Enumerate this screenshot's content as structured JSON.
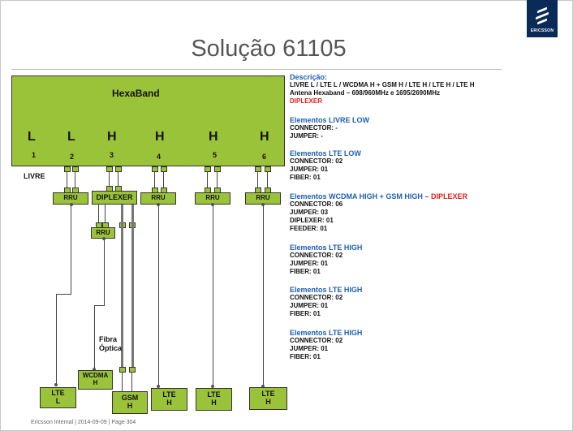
{
  "logo": {
    "text": "ERICSSON"
  },
  "title": "Solução 61105",
  "antenna": {
    "name": "HexaBand",
    "bands": [
      "L",
      "L",
      "H",
      "H",
      "H",
      "H"
    ],
    "ports": [
      "1",
      "2",
      "3",
      "4",
      "5",
      "6"
    ],
    "unused_label": "LIVRE"
  },
  "units": {
    "rru": "RRU",
    "diplexer": "DIPLEXER",
    "fiber_label_1": "Fibra",
    "fiber_label_2": "Óptica"
  },
  "terminals": [
    {
      "l1": "LTE",
      "l2": "L"
    },
    {
      "l1": "WCDMA",
      "l2": "H"
    },
    {
      "l1": "GSM",
      "l2": "H"
    },
    {
      "l1": "LTE",
      "l2": "H"
    },
    {
      "l1": "LTE",
      "l2": "H"
    },
    {
      "l1": "LTE",
      "l2": "H"
    }
  ],
  "description": {
    "heading": "Descrição:",
    "line1": "LIVRE L / LTE L / WCDMA H + GSM H / LTE H / LTE H / LTE H",
    "line2": "Antena Hexaband – 698/960MHz  e  1695/2690MHz",
    "line3": "DIPLEXER"
  },
  "sections": [
    {
      "title": "Elementos LIVRE LOW",
      "lines": [
        "CONNECTOR: -",
        "JUMPER: -"
      ]
    },
    {
      "title": "Elementos  LTE LOW",
      "lines": [
        "CONNECTOR: 02",
        "JUMPER: 01",
        "FIBER: 01"
      ]
    },
    {
      "title": "Elementos WCDMA HIGH + GSM HIGH",
      "title_sep": " – ",
      "title_red": "DIPLEXER",
      "lines": [
        "CONNECTOR: 06",
        "JUMPER: 03",
        "DIPLEXER: 01",
        "FEEDER: 01"
      ]
    },
    {
      "title": "Elementos  LTE HIGH",
      "lines": [
        "CONNECTOR: 02",
        "JUMPER: 01",
        "FIBER: 01"
      ]
    },
    {
      "title": "Elementos  LTE HIGH",
      "lines": [
        "CONNECTOR: 02",
        "JUMPER: 01",
        "FIBER: 01"
      ]
    },
    {
      "title": "Elementos  LTE HIGH",
      "lines": [
        "CONNECTOR: 02",
        "JUMPER: 01",
        "FIBER: 01"
      ]
    }
  ],
  "footer": "Ericsson Internal  |  2014-09-09  |  Page 304"
}
